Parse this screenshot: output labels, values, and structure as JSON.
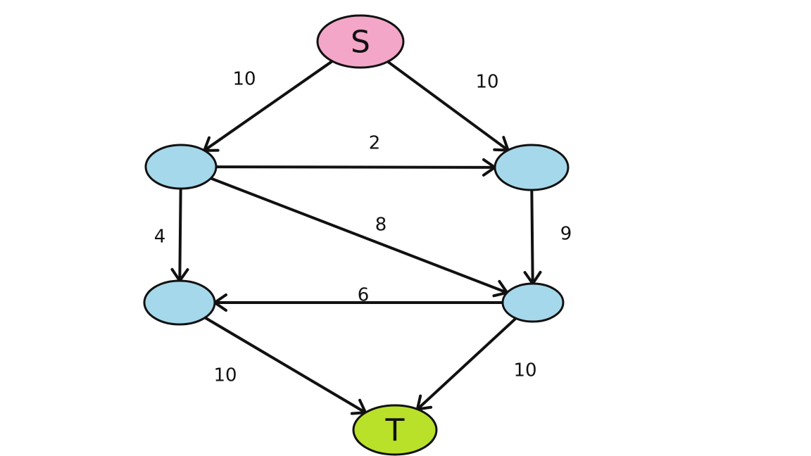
{
  "colors": {
    "source_node": "#f4a6c8",
    "sink_node": "#b9e12a",
    "inner_node": "#a5d8ea",
    "stroke": "#111111"
  },
  "nodes": [
    {
      "id": "S",
      "label": "S",
      "kind": "source"
    },
    {
      "id": "A",
      "label": "",
      "kind": "inner"
    },
    {
      "id": "B",
      "label": "",
      "kind": "inner"
    },
    {
      "id": "C",
      "label": "",
      "kind": "inner"
    },
    {
      "id": "D",
      "label": "",
      "kind": "inner"
    },
    {
      "id": "T",
      "label": "T",
      "kind": "sink"
    }
  ],
  "edges": [
    {
      "from": "S",
      "to": "A",
      "capacity": "10"
    },
    {
      "from": "S",
      "to": "B",
      "capacity": "10"
    },
    {
      "from": "A",
      "to": "B",
      "capacity": "2"
    },
    {
      "from": "A",
      "to": "C",
      "capacity": "4"
    },
    {
      "from": "A",
      "to": "D",
      "capacity": "8"
    },
    {
      "from": "B",
      "to": "D",
      "capacity": "9"
    },
    {
      "from": "D",
      "to": "C",
      "capacity": "6"
    },
    {
      "from": "C",
      "to": "T",
      "capacity": "10"
    },
    {
      "from": "D",
      "to": "T",
      "capacity": "10"
    }
  ]
}
